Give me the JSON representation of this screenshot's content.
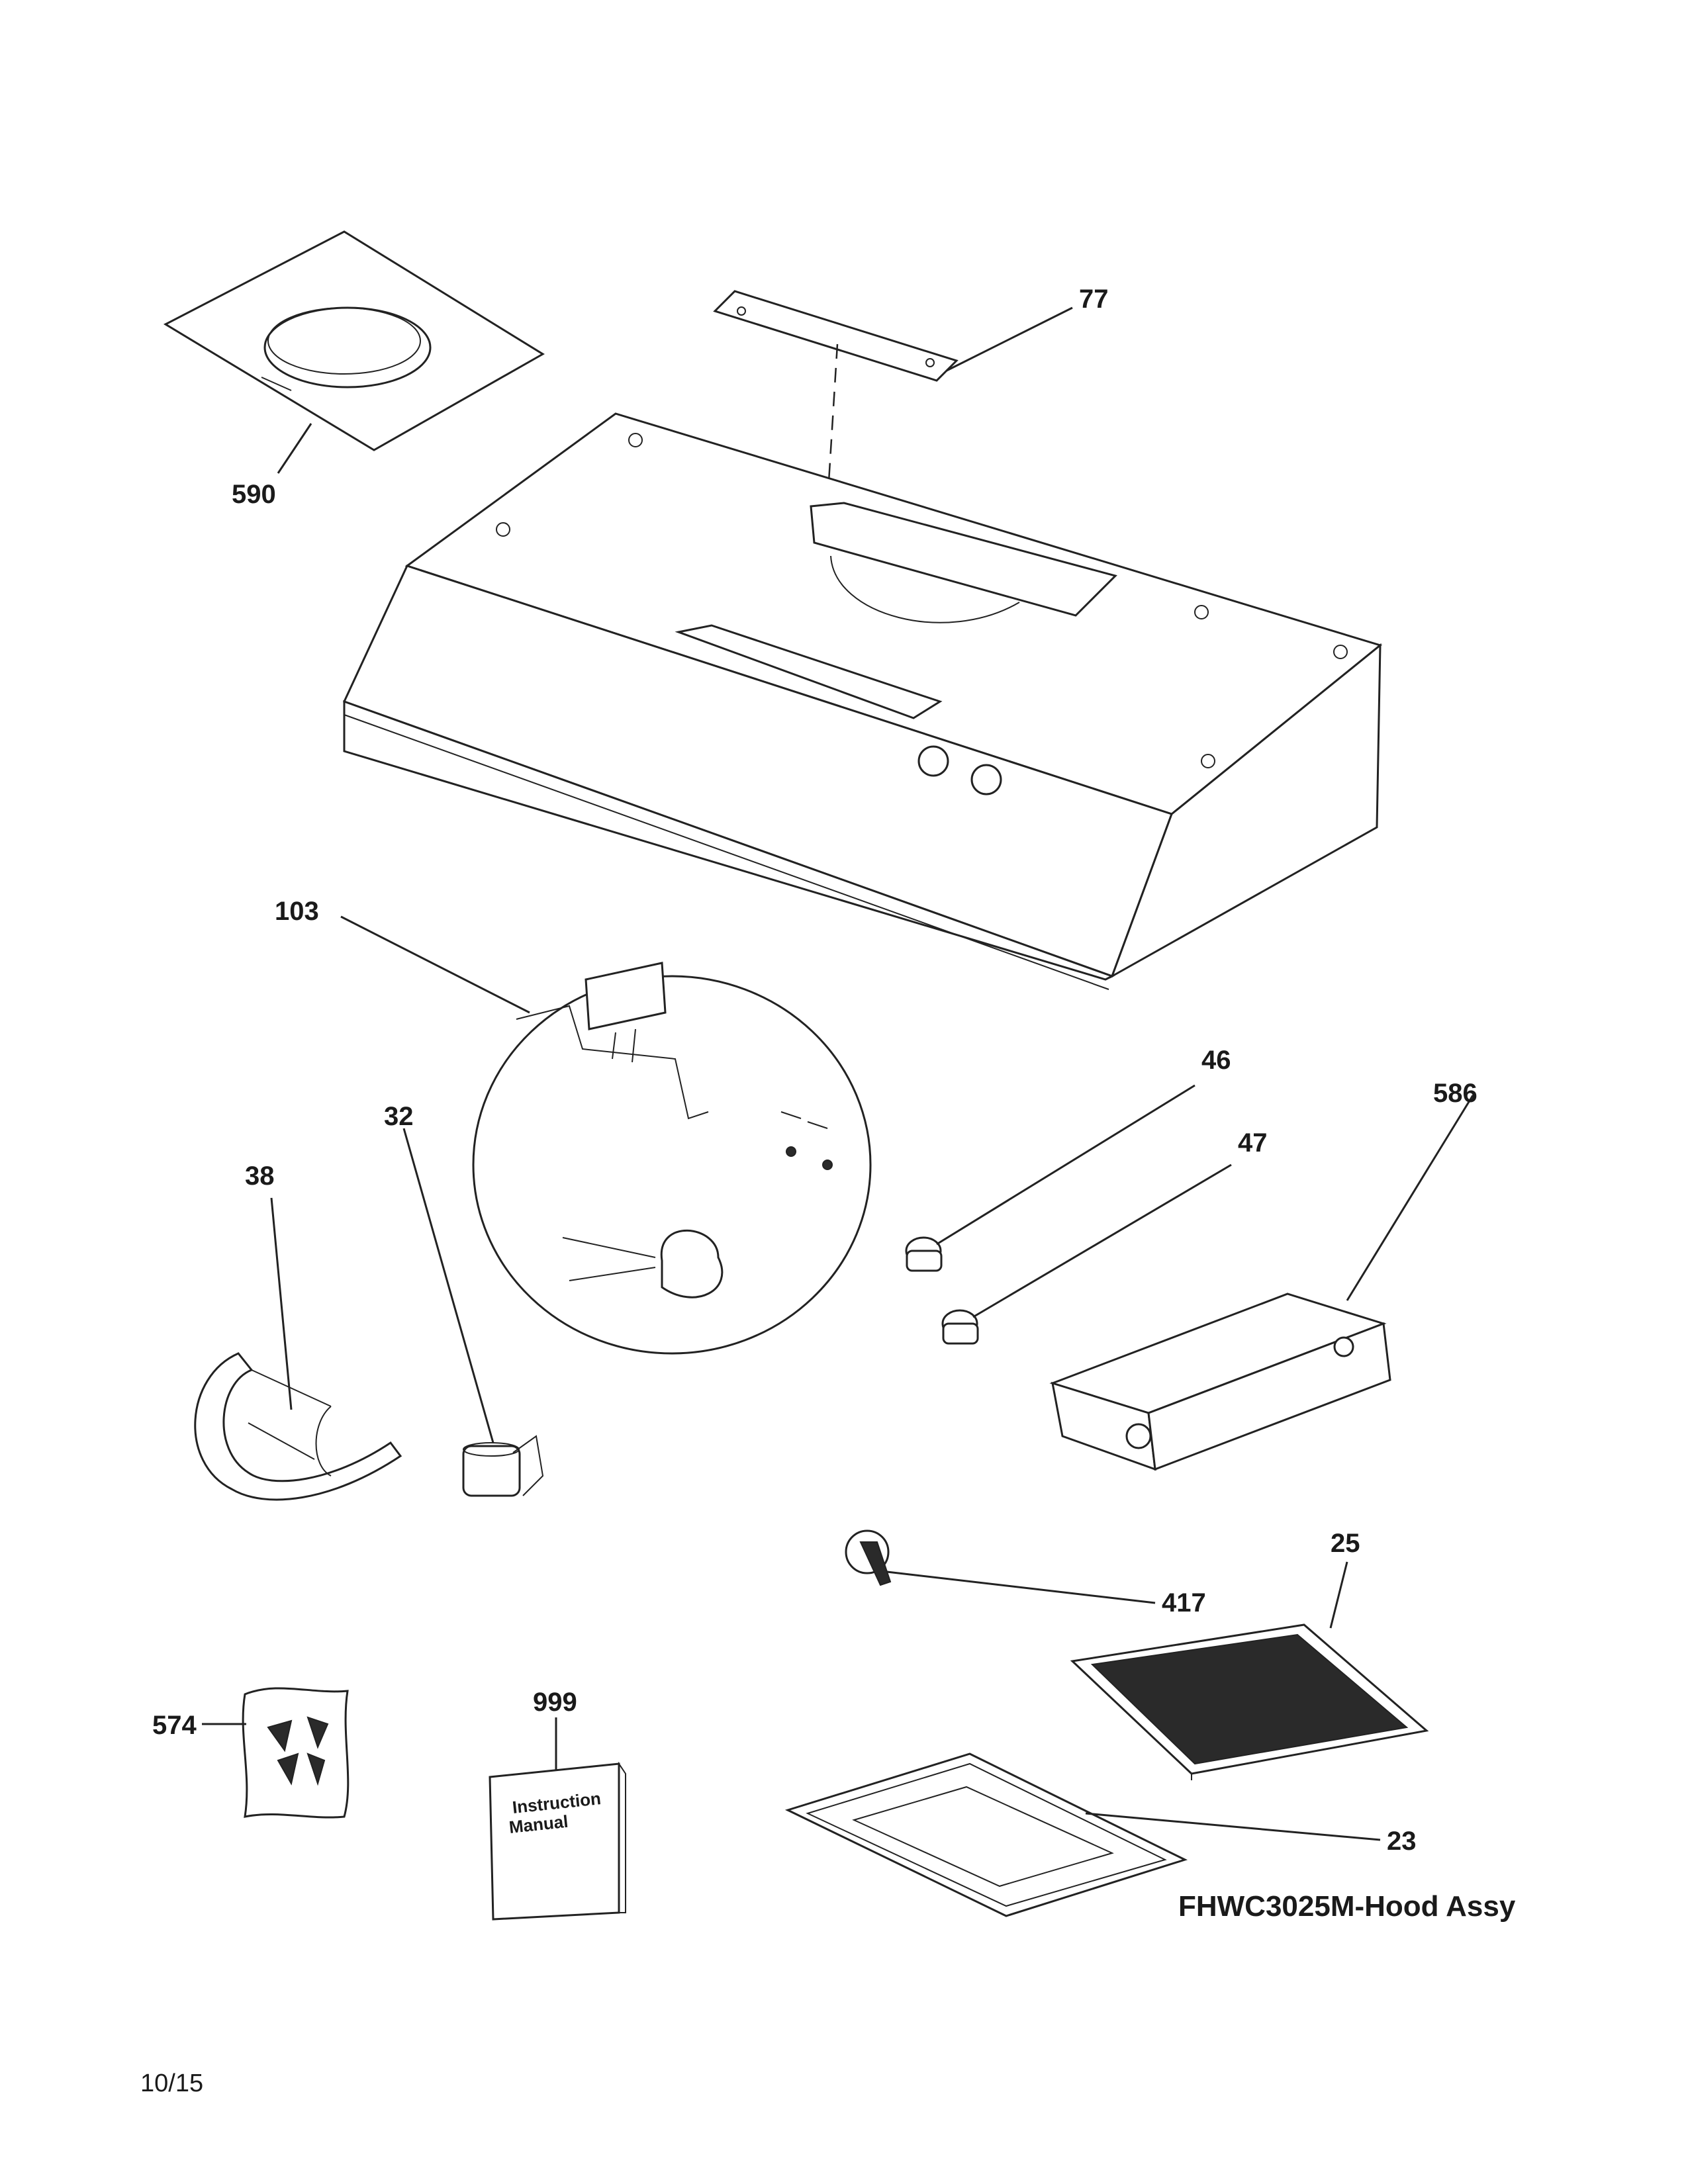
{
  "title": "FHWC3025M-Hood Assy",
  "revision": "10/15",
  "manual_text": [
    "Instruction",
    "Manual"
  ],
  "callouts": [
    {
      "id": "77",
      "label": "77"
    },
    {
      "id": "590",
      "label": "590"
    },
    {
      "id": "103",
      "label": "103"
    },
    {
      "id": "46",
      "label": "46"
    },
    {
      "id": "586",
      "label": "586"
    },
    {
      "id": "47",
      "label": "47"
    },
    {
      "id": "32",
      "label": "32"
    },
    {
      "id": "38",
      "label": "38"
    },
    {
      "id": "25",
      "label": "25"
    },
    {
      "id": "417",
      "label": "417"
    },
    {
      "id": "574",
      "label": "574"
    },
    {
      "id": "999",
      "label": "999"
    },
    {
      "id": "23",
      "label": "23"
    }
  ]
}
